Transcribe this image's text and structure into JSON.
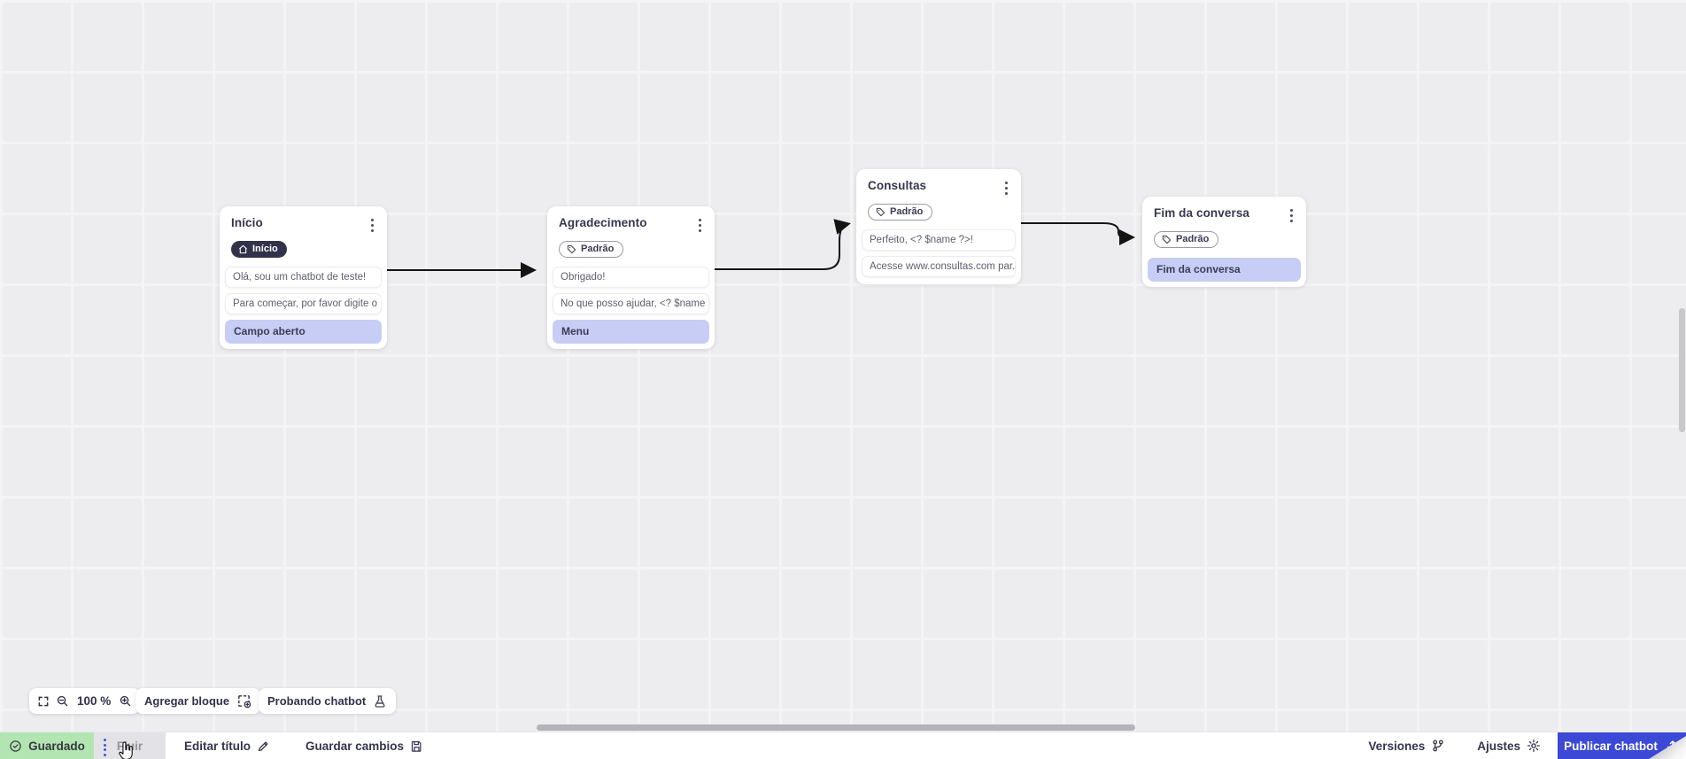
{
  "canvas": {
    "zoom_value": "100 %",
    "nodes": [
      {
        "title": "Início",
        "badge": {
          "label": "Início",
          "style": "dark",
          "icon": "home-icon"
        },
        "messages": [
          "Olá, sou um chatbot de teste!",
          "Para começar, por favor digite o ..."
        ],
        "answer": "Campo aberto"
      },
      {
        "title": "Agradecimento",
        "badge": {
          "label": "Padrão",
          "style": "outline",
          "icon": "tag-icon"
        },
        "messages": [
          "Obrigado!",
          "No que posso ajudar, <? $name ..."
        ],
        "answer": "Menu"
      },
      {
        "title": "Consultas",
        "badge": {
          "label": "Padrão",
          "style": "outline",
          "icon": "tag-icon"
        },
        "messages": [
          "Perfeito, <? $name ?>!",
          "Acesse www.consultas.com par..."
        ]
      },
      {
        "title": "Fim da conversa",
        "badge": {
          "label": "Padrão",
          "style": "outline",
          "icon": "tag-icon"
        },
        "answer": "Fim da conversa"
      }
    ],
    "connections": [
      {
        "from": "Início",
        "to": "Agradecimento"
      },
      {
        "from": "Agradecimento",
        "to": "Consultas"
      },
      {
        "from": "Consultas",
        "to": "Fim da conversa"
      }
    ]
  },
  "controls": {
    "zoom_value": "100 %",
    "add_block": "Agregar bloque",
    "test_chatbot": "Probando chatbot"
  },
  "statusbar": {
    "saved": "Guardado",
    "flow_tab": "Fluir",
    "edit_title": "Editar título",
    "save_changes": "Guardar cambios",
    "versions": "Versiones",
    "settings": "Ajustes",
    "publish": "Publicar chatbot"
  },
  "colors": {
    "accent_blue": "#3b49d6",
    "answer_highlight": "#c7cdf4",
    "saved_green": "#b2e5b2",
    "badge_dark": "#32324a",
    "canvas_bg": "#ededef"
  }
}
